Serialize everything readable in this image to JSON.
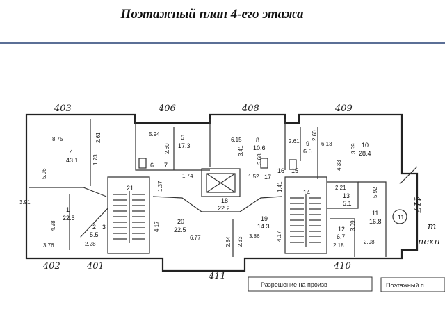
{
  "title": "Поэтажный план 4-его этажа",
  "apartments": {
    "a403": "403",
    "a406": "406",
    "a408": "408",
    "a409": "409",
    "a402": "402",
    "a401": "401",
    "a411": "411",
    "a410": "410",
    "a417": "417"
  },
  "rooms": [
    {
      "num": "4",
      "area": "43.1"
    },
    {
      "num": "5",
      "area": "17.3"
    },
    {
      "num": "8",
      "area": "10.6"
    },
    {
      "num": "9",
      "area": "6.6"
    },
    {
      "num": "10",
      "area": "28.4"
    },
    {
      "num": "1",
      "area": "22.5"
    },
    {
      "num": "2",
      "area": "5.5"
    },
    {
      "num": "21",
      "area": ""
    },
    {
      "num": "20",
      "area": "22.5"
    },
    {
      "num": "18",
      "area": "22.2"
    },
    {
      "num": "19",
      "area": "14.3"
    },
    {
      "num": "14",
      "area": ""
    },
    {
      "num": "13",
      "area": "5.1"
    },
    {
      "num": "12",
      "area": "6.7"
    },
    {
      "num": "11",
      "area": "16.8"
    },
    {
      "num": "6",
      "area": ""
    },
    {
      "num": "7",
      "area": ""
    },
    {
      "num": "17",
      "area": ""
    },
    {
      "num": "16",
      "area": ""
    },
    {
      "num": "15",
      "area": ""
    },
    {
      "num": "3",
      "area": ""
    }
  ],
  "dims": {
    "d875": "8.75",
    "d261a": "2.61",
    "d173": "1.73",
    "d596": "5.96",
    "d391": "3.91",
    "d428": "4.28",
    "d376": "3.76",
    "d228": "2.28",
    "d594": "5.94",
    "d260a": "2.60",
    "d174": "1.74",
    "d137": "1.37",
    "d417a": "4.17",
    "d677": "6.77",
    "d615": "6.15",
    "d341": "3.41",
    "d368": "3.68",
    "d152": "1.52",
    "d284": "2.84",
    "d233": "2.33",
    "d386": "3.86",
    "d261b": "2.61",
    "d260b": "2.60",
    "d613": "6.13",
    "d359": "3.59",
    "d433": "4.33",
    "d221": "2.21",
    "d592": "5.92",
    "d141": "1.41",
    "d417b": "4.17",
    "d309": "3.09",
    "d218": "2.18",
    "d298": "2.98"
  },
  "circle_label": "11",
  "side_text": {
    "t1": "т",
    "t2": "техн"
  },
  "stamp_text": "Разрешение на произв",
  "stamp_text_right": "Поэтажный п"
}
